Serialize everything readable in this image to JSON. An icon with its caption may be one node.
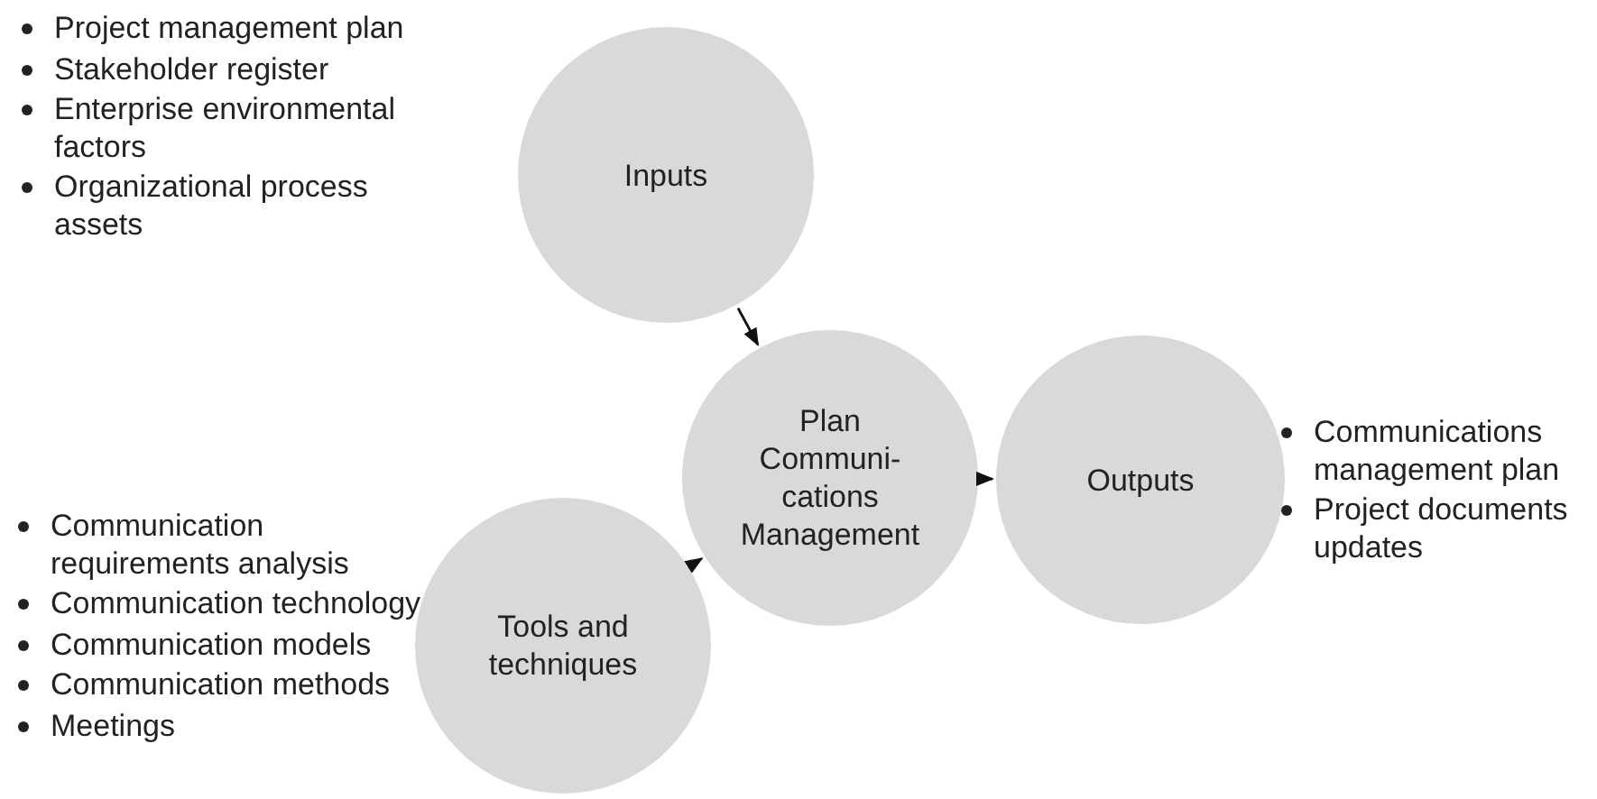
{
  "diagram": {
    "nodes": [
      {
        "text": [
          "Inputs"
        ],
        "beside": [
          "Project management plan",
          "Stakeholder register",
          "Enterprise environmental factors",
          "Organizational process assets"
        ]
      },
      {
        "text": [
          "Plan Communi-cations Management"
        ]
      },
      {
        "text": [
          "Outputs"
        ],
        "beside": [
          "Communications management plan",
          "Project documents updates"
        ]
      },
      {
        "text": [
          "Tools and techniques"
        ],
        "beside": [
          "Communication requirements analysis",
          "Communication technology",
          "Communication models",
          "Communication methods",
          "Meetings"
        ]
      }
    ],
    "edges": [
      {
        "from": 0,
        "to": 1,
        "arrow": "to"
      },
      {
        "from": 3,
        "to": 1,
        "arrow": "to"
      },
      {
        "from": 1,
        "to": 2,
        "arrow": "to"
      }
    ]
  }
}
